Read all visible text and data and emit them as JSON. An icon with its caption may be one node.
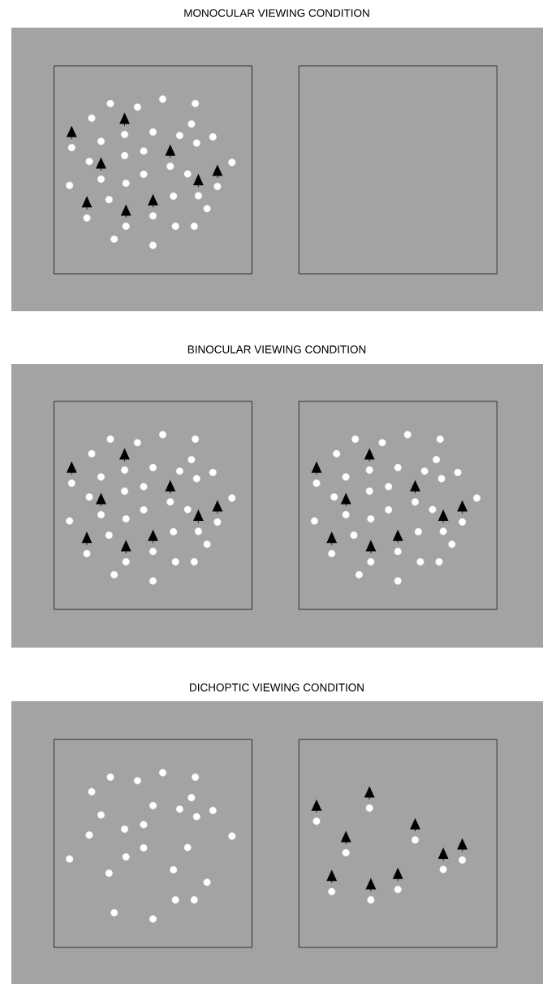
{
  "diagram": {
    "labels": [
      "MONOCULAR VIEWING CONDITION",
      "BINOCULAR VIEWING CONDITION",
      "DICHOPTIC VIEWING CONDITION"
    ]
  }
}
